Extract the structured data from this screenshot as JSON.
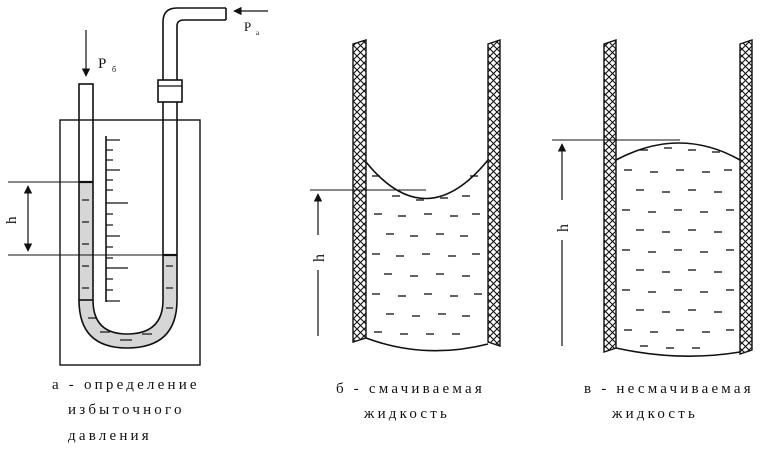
{
  "labels": {
    "p_b": "P",
    "p_b_sub": "б",
    "p_a": "P",
    "p_a_sub": "а",
    "h_a": "h",
    "h_b": "h",
    "h_c": "h"
  },
  "captions": {
    "a_line1": "а - определение",
    "a_line2": "избыточного",
    "a_line3": "давления",
    "b_line1": "б - смачиваемая",
    "b_line2": "жидкость",
    "c_line1": "в - несмачиваемая",
    "c_line2": "жидкость"
  },
  "colors": {
    "ink": "#111111",
    "fill": "#d9d9d9",
    "paper": "#ffffff"
  }
}
